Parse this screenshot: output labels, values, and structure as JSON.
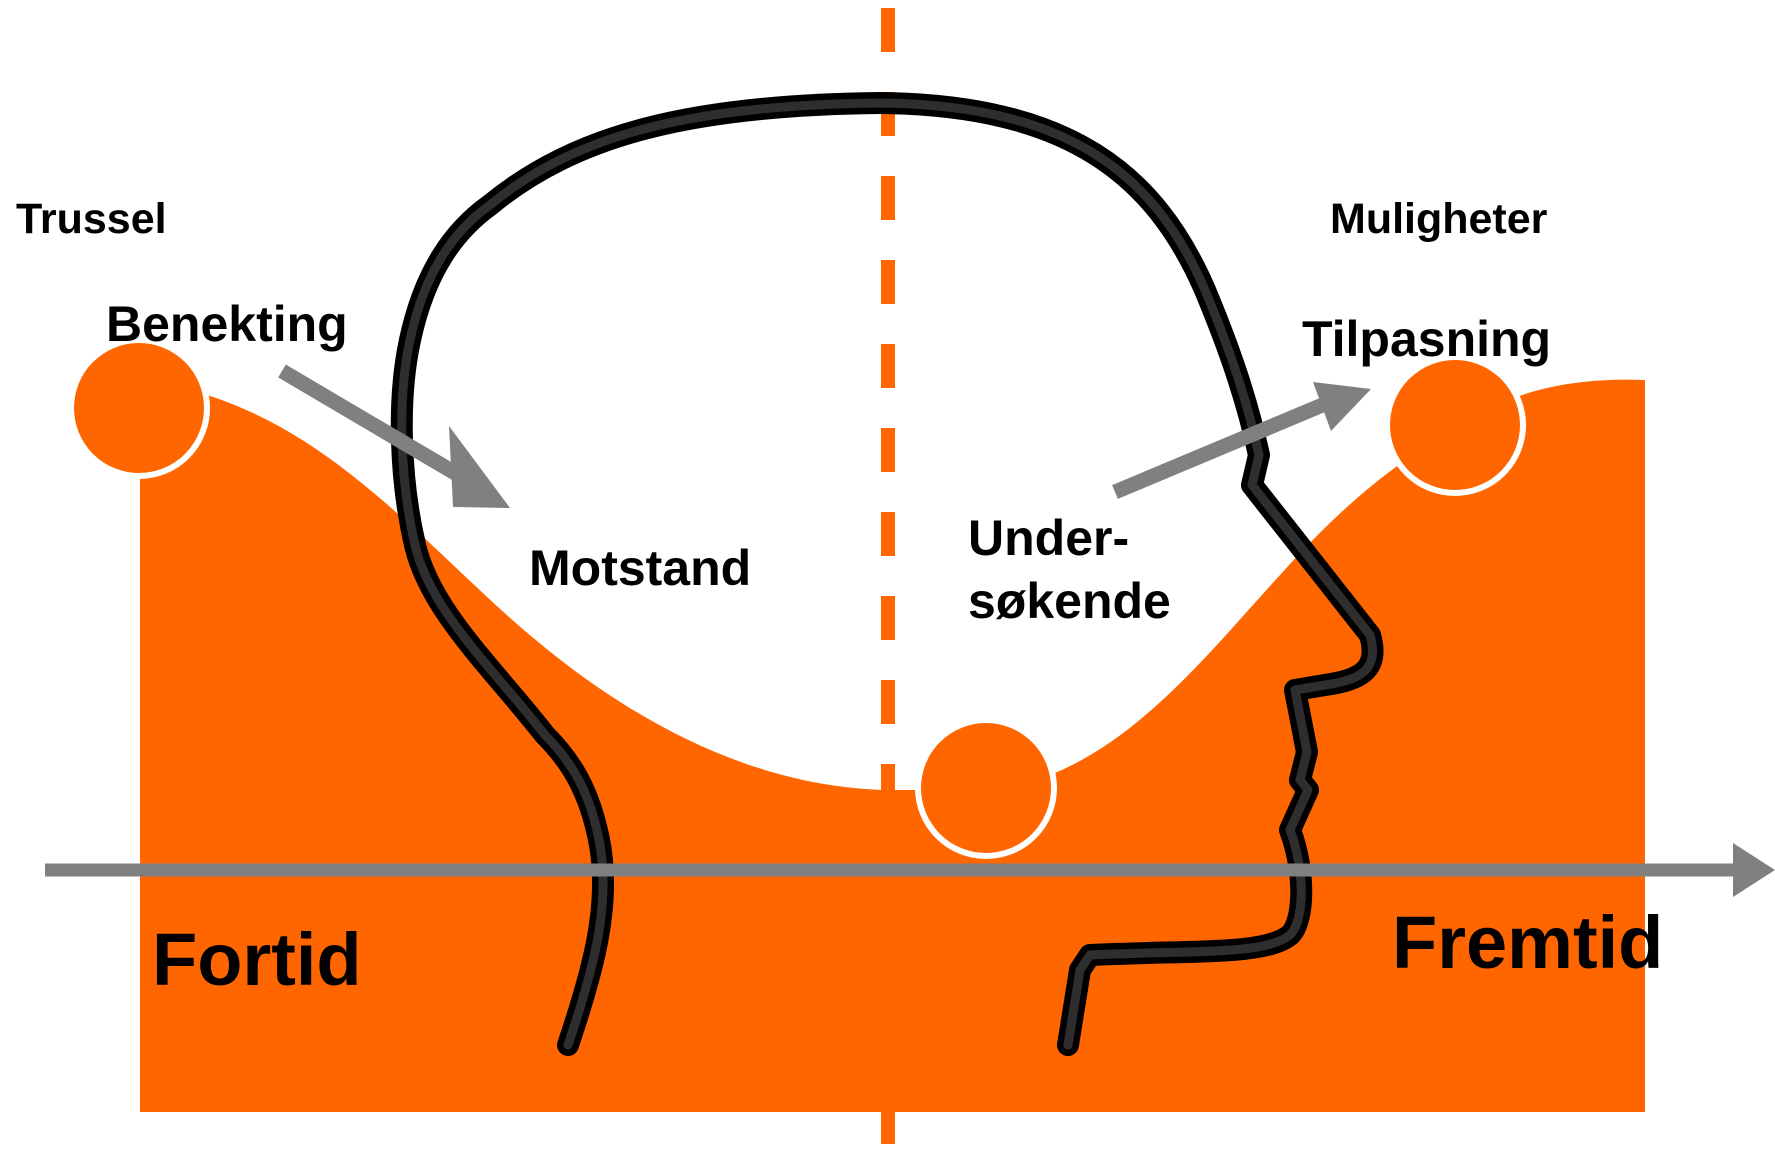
{
  "colors": {
    "accent": "#ff6600",
    "outline": "#000000",
    "arrow": "#808080",
    "background": "#ffffff"
  },
  "labels": {
    "threat": "Trussel",
    "opportunities": "Muligheter",
    "denial": "Benekting",
    "resistance": "Motstand",
    "exploring_line1": "Under-",
    "exploring_line2": "søkende",
    "adaptation": "Tilpasning",
    "past": "Fortid",
    "future": "Fremtid"
  }
}
